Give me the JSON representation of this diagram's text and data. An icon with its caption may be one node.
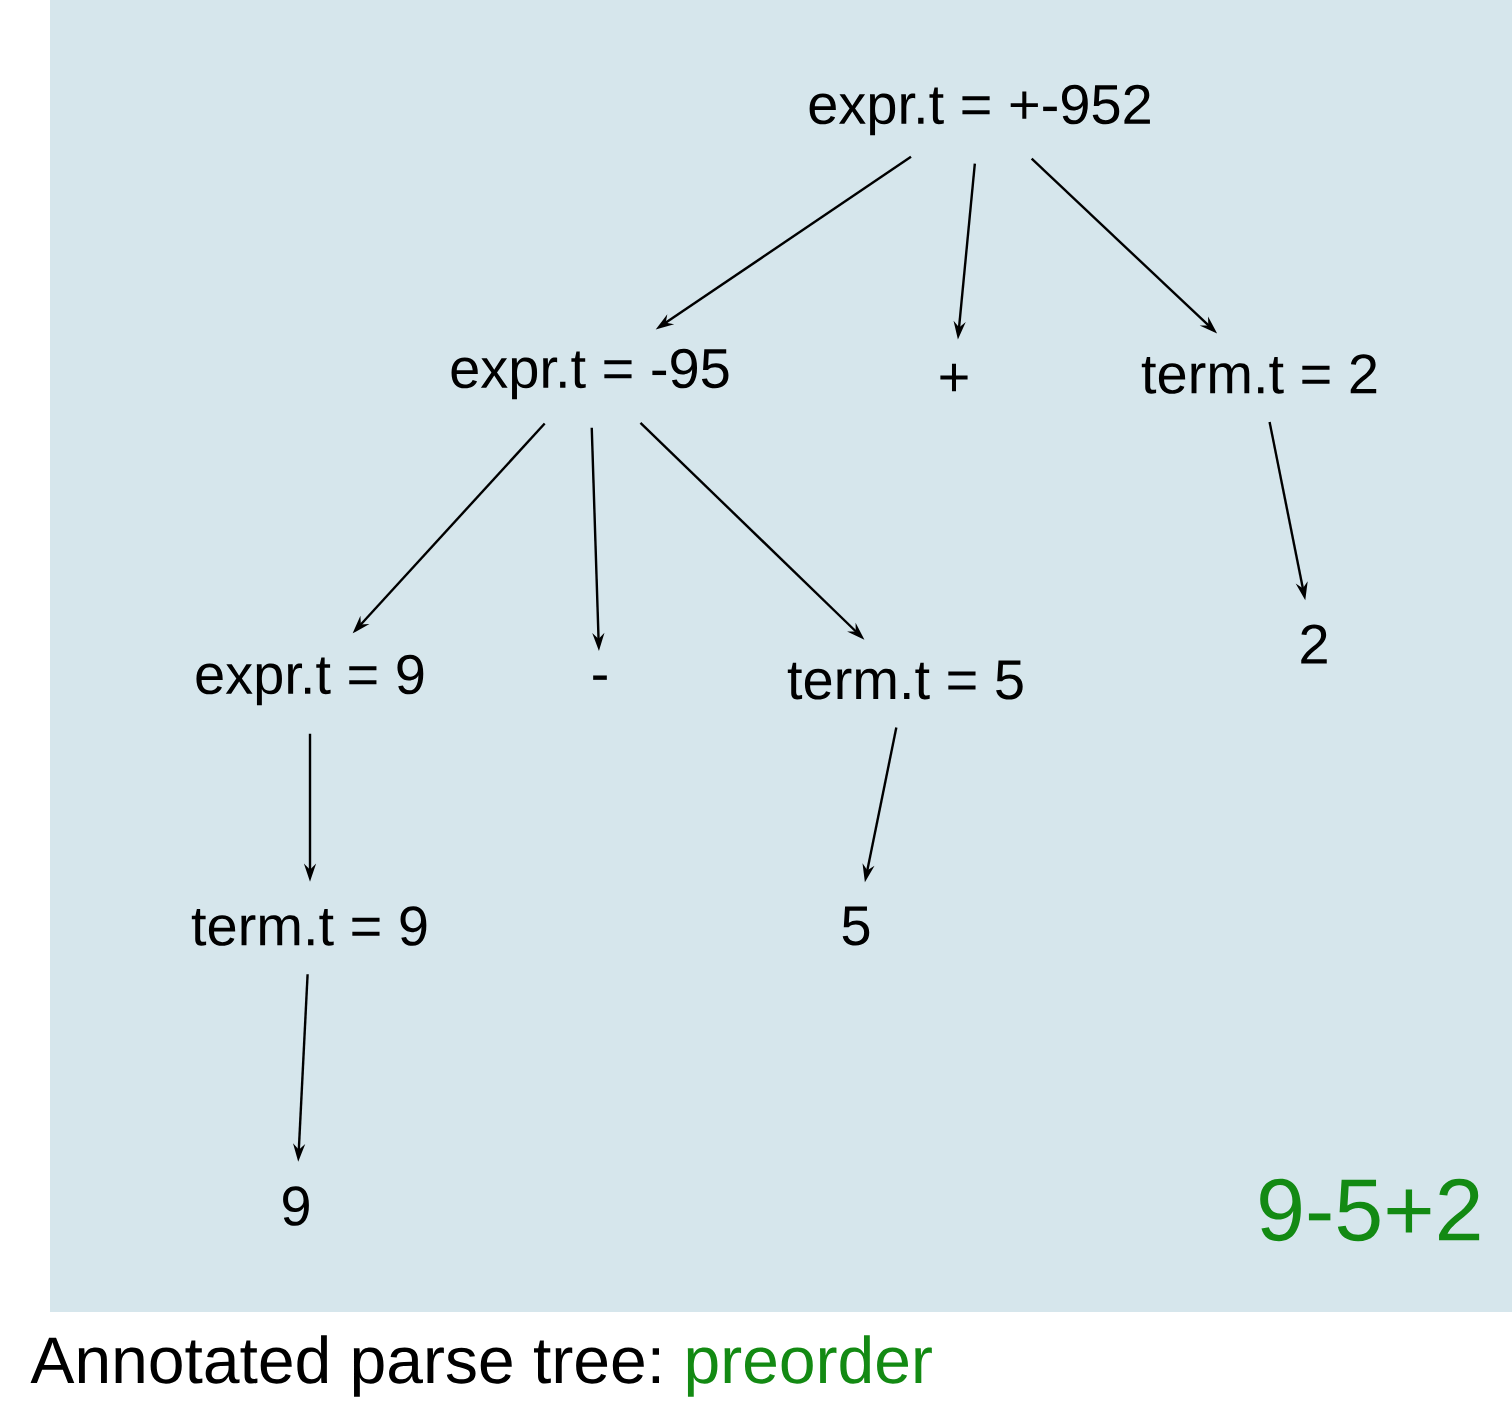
{
  "diagram": {
    "nodes": [
      {
        "text": [
          "expr.t = +-952"
        ]
      },
      {
        "text": [
          "expr.t = -95"
        ]
      },
      {
        "text": [
          "+"
        ]
      },
      {
        "text": [
          "term.t = 2"
        ]
      },
      {
        "text": [
          "expr.t = 9"
        ]
      },
      {
        "text": [
          "-"
        ]
      },
      {
        "text": [
          "term.t = 5"
        ]
      },
      {
        "text": [
          "2"
        ]
      },
      {
        "text": [
          "term.t = 9"
        ]
      },
      {
        "text": [
          "5"
        ]
      },
      {
        "text": [
          "9"
        ]
      }
    ],
    "edges": [
      {
        "from": 0,
        "to": 1,
        "arrow": "to"
      },
      {
        "from": 0,
        "to": 2,
        "arrow": "to"
      },
      {
        "from": 0,
        "to": 3,
        "arrow": "to"
      },
      {
        "from": 1,
        "to": 4,
        "arrow": "to"
      },
      {
        "from": 1,
        "to": 5,
        "arrow": "to"
      },
      {
        "from": 1,
        "to": 6,
        "arrow": "to"
      },
      {
        "from": 3,
        "to": 7,
        "arrow": "to"
      },
      {
        "from": 4,
        "to": 8,
        "arrow": "to"
      },
      {
        "from": 6,
        "to": 9,
        "arrow": "to"
      },
      {
        "from": 8,
        "to": 10,
        "arrow": "to"
      }
    ],
    "labels": [
      "9-5+2",
      "Annotated parse tree:",
      "preorder"
    ]
  }
}
